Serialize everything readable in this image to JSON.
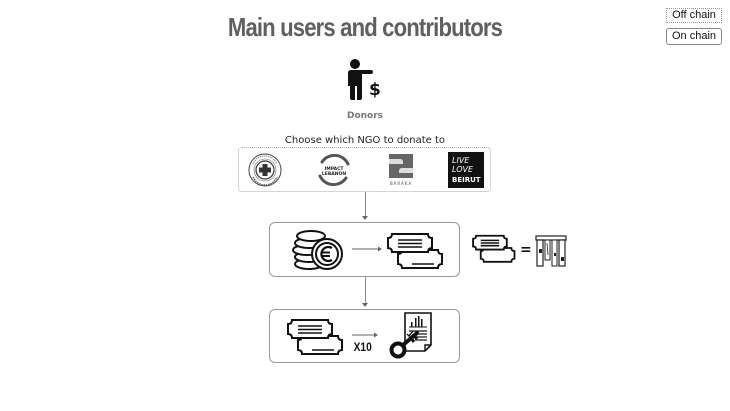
{
  "header": {
    "title": "Main users and contributors"
  },
  "toggle": {
    "off_chain_label": "Off chain",
    "on_chain_label": "On chain"
  },
  "actor": {
    "label": "Donors",
    "icon": "donor-dollar-icon"
  },
  "ngo_selection": {
    "label": "Choose which NGO to donate to",
    "ngos": [
      {
        "name": "Lebanese Red Cross",
        "icon": "lebanese-red-cross-logo"
      },
      {
        "name": "Impact Lebanon",
        "text": "IMPACT LEBANON",
        "icon": "impact-lebanon-logo"
      },
      {
        "name": "Beit el Baraka",
        "text": "BARAKA",
        "icon": "beit-el-baraka-logo"
      },
      {
        "name": "Live Love Beirut",
        "text_lines": [
          "LIVE",
          "LOVE",
          "BEIRUT"
        ],
        "icon": "live-love-beirut-logo"
      }
    ]
  },
  "flow": {
    "step1": {
      "from_icon": "euro-coins-icon",
      "to_icon": "tokens-icon"
    },
    "equivalence": {
      "left_icon": "tokens-icon",
      "operator": "=",
      "right_icon": "store-goods-icon"
    },
    "step2": {
      "from_icon": "tokens-icon",
      "multiplier": "X10",
      "to_icon": "key-contract-icon"
    }
  }
}
